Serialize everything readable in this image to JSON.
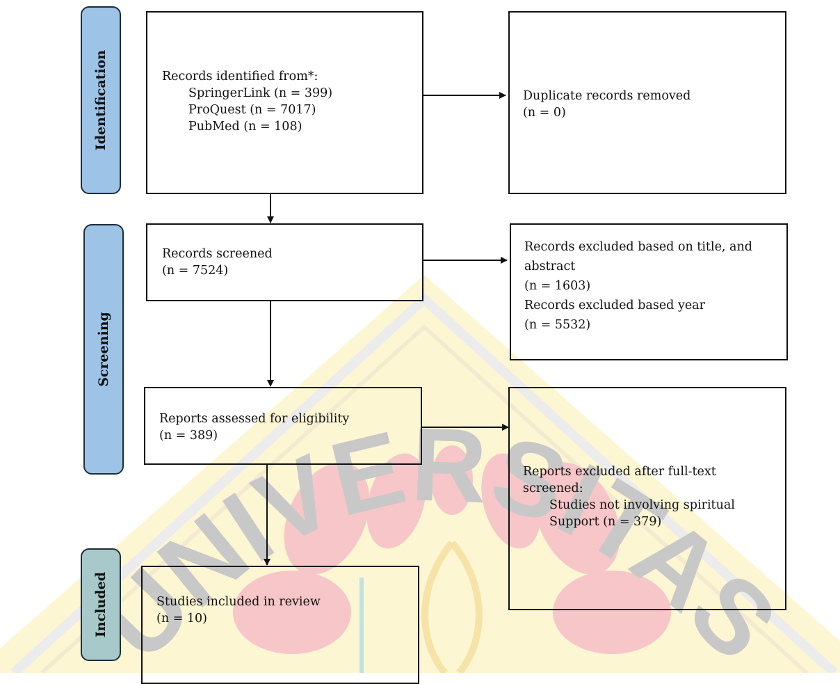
{
  "phases": {
    "identification": "Identification",
    "screening": "Screening",
    "included": "Included"
  },
  "boxes": {
    "records_identified": {
      "title": "Records identified from*:",
      "sources": [
        "SpringerLink (n = 399)",
        "ProQuest (n = 7017)",
        "PubMed (n = 108)"
      ]
    },
    "duplicates_removed": {
      "lines": [
        "Duplicate records removed",
        "(n = 0)"
      ]
    },
    "records_screened": {
      "lines": [
        "Records screened",
        "(n = 7524)"
      ]
    },
    "records_excluded": {
      "lines": [
        "Records excluded based on title, and",
        "abstract",
        "(n = 1603)",
        "Records excluded based year",
        "(n = 5532)"
      ]
    },
    "reports_assessed": {
      "lines": [
        "Reports assessed for eligibility",
        "(n = 389)"
      ]
    },
    "reports_excluded": {
      "lines": [
        "Reports excluded after full-text",
        "screened:"
      ],
      "indented": [
        "Studies not involving spiritual",
        "Support (n = 379)"
      ]
    },
    "studies_included": {
      "lines": [
        "Studies included in review",
        "(n = 10)"
      ]
    }
  },
  "watermark": {
    "text": "UNIVERSITAS"
  },
  "colors": {
    "phase_blue": "#9dc3e6",
    "phase_teal": "#a7c9c9",
    "watermark_yellow": "#fdf6d2",
    "watermark_pink": "#f7c6c9",
    "watermark_gray": "#c8c8c8"
  }
}
